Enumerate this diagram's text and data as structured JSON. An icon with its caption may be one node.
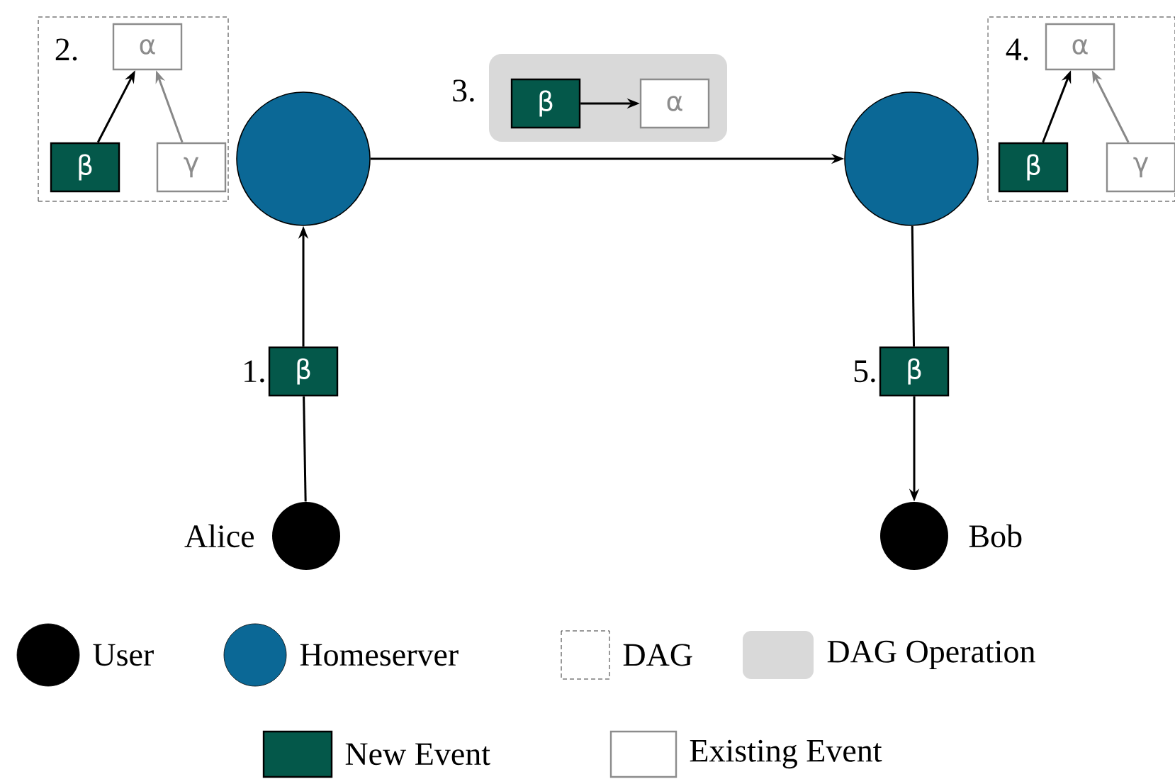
{
  "diagram": {
    "nodes": [
      {
        "text": [],
        "shape": "circle",
        "beside": [
          "Alice"
        ]
      },
      {
        "text": [],
        "shape": "circle"
      },
      {
        "text": [
          "β"
        ],
        "beside": [
          "1."
        ]
      },
      {
        "text": [],
        "shape": "circle"
      },
      {
        "text": [
          "β"
        ],
        "beside": [
          "5."
        ]
      },
      {
        "text": [],
        "shape": "circle",
        "beside": [
          "Bob"
        ]
      },
      {
        "text": [
          "2."
        ]
      },
      {
        "text": [
          "α"
        ],
        "in": 6
      },
      {
        "text": [
          "β"
        ],
        "in": 6
      },
      {
        "text": [
          "γ"
        ],
        "in": 6
      },
      {
        "text": [],
        "shape": "box",
        "beside": [
          "3."
        ]
      },
      {
        "text": [
          "β"
        ],
        "in": 10
      },
      {
        "text": [
          "α"
        ],
        "in": 10
      },
      {
        "text": [
          "4."
        ]
      },
      {
        "text": [
          "α"
        ],
        "in": 13
      },
      {
        "text": [
          "β"
        ],
        "in": 13
      },
      {
        "text": [
          "γ"
        ],
        "in": 13
      }
    ],
    "edges": [
      {
        "from": 0,
        "to": 2,
        "arrow": "none"
      },
      {
        "from": 2,
        "to": 1,
        "arrow": "to"
      },
      {
        "from": 1,
        "to": 3,
        "arrow": "to"
      },
      {
        "from": 3,
        "to": 4,
        "arrow": "none"
      },
      {
        "from": 4,
        "to": 5,
        "arrow": "to"
      },
      {
        "from": 8,
        "to": 7,
        "arrow": "to"
      },
      {
        "from": 9,
        "to": 7,
        "arrow": "to",
        "color": "#888888"
      },
      {
        "from": 11,
        "to": 12,
        "arrow": "to"
      },
      {
        "from": 15,
        "to": 14,
        "arrow": "to"
      },
      {
        "from": 16,
        "to": 14,
        "arrow": "to",
        "color": "#888888"
      }
    ],
    "legend": [
      {
        "text": "User",
        "color": "#000000"
      },
      {
        "text": "Homeserver",
        "color": "#0b6896"
      },
      {
        "text": "DAG"
      },
      {
        "text": "DAG Operation",
        "color": "#d9d9d9"
      },
      {
        "text": "New Event",
        "color": "#04584a"
      },
      {
        "text": "Existing Event"
      }
    ]
  }
}
